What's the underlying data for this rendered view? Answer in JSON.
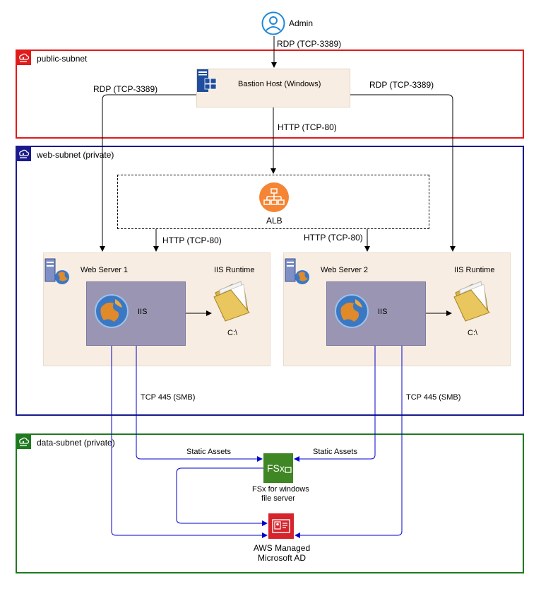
{
  "admin": {
    "label": "Admin"
  },
  "edges": {
    "admin_to_bastion": "RDP (TCP-3389)",
    "bastion_to_ws1": "RDP (TCP-3389)",
    "bastion_to_ws2": "RDP (TCP-3389)",
    "bastion_to_alb": "HTTP (TCP-80)",
    "alb_to_ws1": "HTTP (TCP-80)",
    "alb_to_ws2": "HTTP (TCP-80)",
    "ws1_smb": "TCP 445 (SMB)",
    "ws2_smb": "TCP 445 (SMB)",
    "ws1_assets": "Static Assets",
    "ws2_assets": "Static Assets"
  },
  "subnets": {
    "public": {
      "label": "public-subnet",
      "color": "#e01b1b"
    },
    "web": {
      "label": "web-subnet (private)",
      "color": "#1a1a8c"
    },
    "data": {
      "label": "data-subnet (private)",
      "color": "#1f7a1f"
    }
  },
  "bastion": {
    "label": "Bastion Host (Windows)"
  },
  "alb": {
    "label": "ALB",
    "color": "#f58534"
  },
  "web_servers": [
    {
      "name": "Web Server 1",
      "runtime": "IIS Runtime",
      "iis": "IIS",
      "drive": "C:\\"
    },
    {
      "name": "Web Server 2",
      "runtime": "IIS Runtime",
      "iis": "IIS",
      "drive": "C:\\"
    }
  ],
  "fsx": {
    "icon_text": "FSx",
    "label_line1": "FSx for windows",
    "label_line2": "file server",
    "color": "#3f8624"
  },
  "ad": {
    "label_line1": "AWS Managed",
    "label_line2": "Microsoft AD",
    "color": "#d6242d"
  },
  "colors": {
    "connector": "#000000",
    "smb_connector": "#0000cc"
  }
}
